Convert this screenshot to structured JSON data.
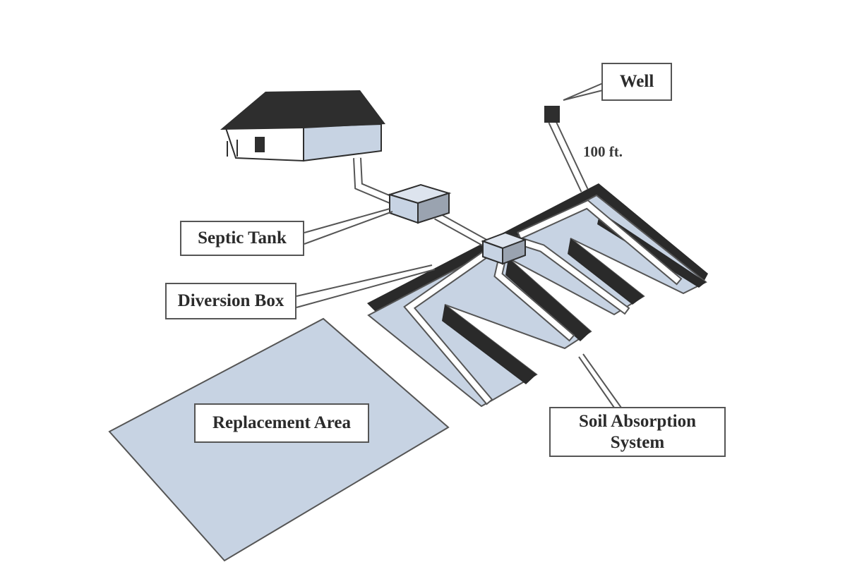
{
  "colors": {
    "fill_light": "#c7d3e3",
    "fill_dark": "#2a2a2a",
    "roof": "#2e2e2e",
    "outline": "#555555",
    "pipe": "#ffffff"
  },
  "labels": {
    "well": "Well",
    "distance": "100 ft.",
    "septic_tank": "Septic Tank",
    "diversion_box": "Diversion Box",
    "replacement_area": "Replacement Area",
    "soil_absorption_line1": "Soil Absorption",
    "soil_absorption_line2": "System"
  },
  "icons": [
    "house-icon",
    "well-icon",
    "septic-tank-icon",
    "diversion-box-icon"
  ]
}
